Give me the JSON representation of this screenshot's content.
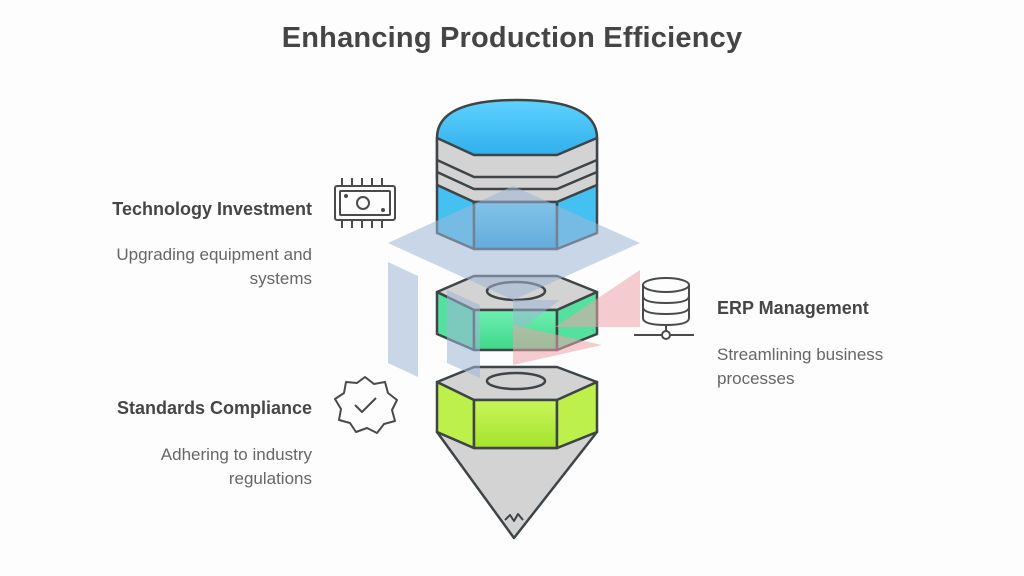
{
  "title": "Enhancing Production Efficiency",
  "items": [
    {
      "heading": "Technology Investment",
      "description_line1": "Upgrading equipment and",
      "description_line2": "systems",
      "icon": "chip-icon",
      "layer_color": "#2eaef0"
    },
    {
      "heading": "ERP Management",
      "description_line1": "Streamlining business",
      "description_line2": "processes",
      "icon": "database-network-icon",
      "layer_color": "#4fe09a"
    },
    {
      "heading": "Standards Compliance",
      "description_line1": "Adhering to industry",
      "description_line2": "regulations",
      "icon": "badge-check-icon",
      "layer_color": "#b6ee3c"
    }
  ],
  "colors": {
    "outline": "#3f4447",
    "gray_face": "#d3d3d3",
    "watermark_blue": "#9fb7d6",
    "watermark_red": "#eea3a8"
  }
}
